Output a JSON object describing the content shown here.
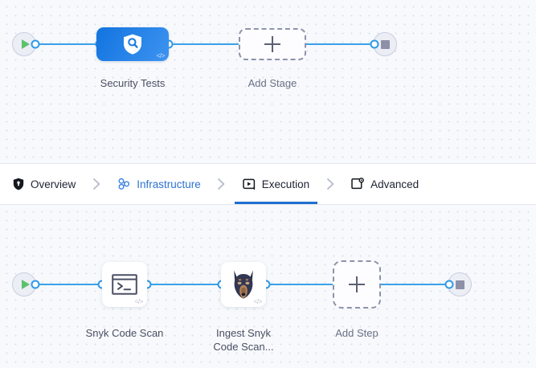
{
  "theme": {
    "canvas_bg": "#f7f9fc",
    "grid_dot": "#d9e0ea",
    "edge_blue": "#3aa1ea",
    "port_blue": "#2f9ae8",
    "stage_blue": "#1274e0",
    "active_tab_blue": "#1f6fd0",
    "infrastructure_blue": "#2d72d2",
    "start_green": "#5ec16a",
    "stop_gray": "#8d90a8",
    "dashed_gray": "#8e93ab",
    "caption_text": "#4a4f63"
  },
  "stage_graph": {
    "start_node": {
      "icon": "play-icon"
    },
    "end_node": {
      "icon": "stop-icon"
    },
    "nodes": [
      {
        "id": "security-tests",
        "label": "Security Tests",
        "icon": "shield-search-icon",
        "badge": "</>",
        "type": "stage"
      },
      {
        "id": "add-stage",
        "label": "Add Stage",
        "icon": "plus-icon",
        "type": "add"
      }
    ]
  },
  "tabbar": {
    "tabs": [
      {
        "id": "overview",
        "label": "Overview",
        "icon": "shield-icon",
        "active": false
      },
      {
        "id": "infrastructure",
        "label": "Infrastructure",
        "icon": "infrastructure-nodes-icon",
        "active": false
      },
      {
        "id": "execution",
        "label": "Execution",
        "icon": "execution-play-box-icon",
        "active": true
      },
      {
        "id": "advanced",
        "label": "Advanced",
        "icon": "advanced-gear-box-icon",
        "active": false
      }
    ],
    "separator_icon": "chevron-right-icon"
  },
  "step_graph": {
    "start_node": {
      "icon": "play-icon"
    },
    "end_node": {
      "icon": "stop-icon"
    },
    "nodes": [
      {
        "id": "snyk-code-scan",
        "label": "Snyk Code Scan",
        "icon": "terminal-icon",
        "badge": "</>",
        "type": "step"
      },
      {
        "id": "ingest-snyk-code-scan",
        "label": "Ingest Snyk\nCode Scan...",
        "icon": "doberman-icon",
        "badge": "</>",
        "type": "step"
      },
      {
        "id": "add-step",
        "label": "Add Step",
        "icon": "plus-icon",
        "type": "add"
      }
    ]
  }
}
